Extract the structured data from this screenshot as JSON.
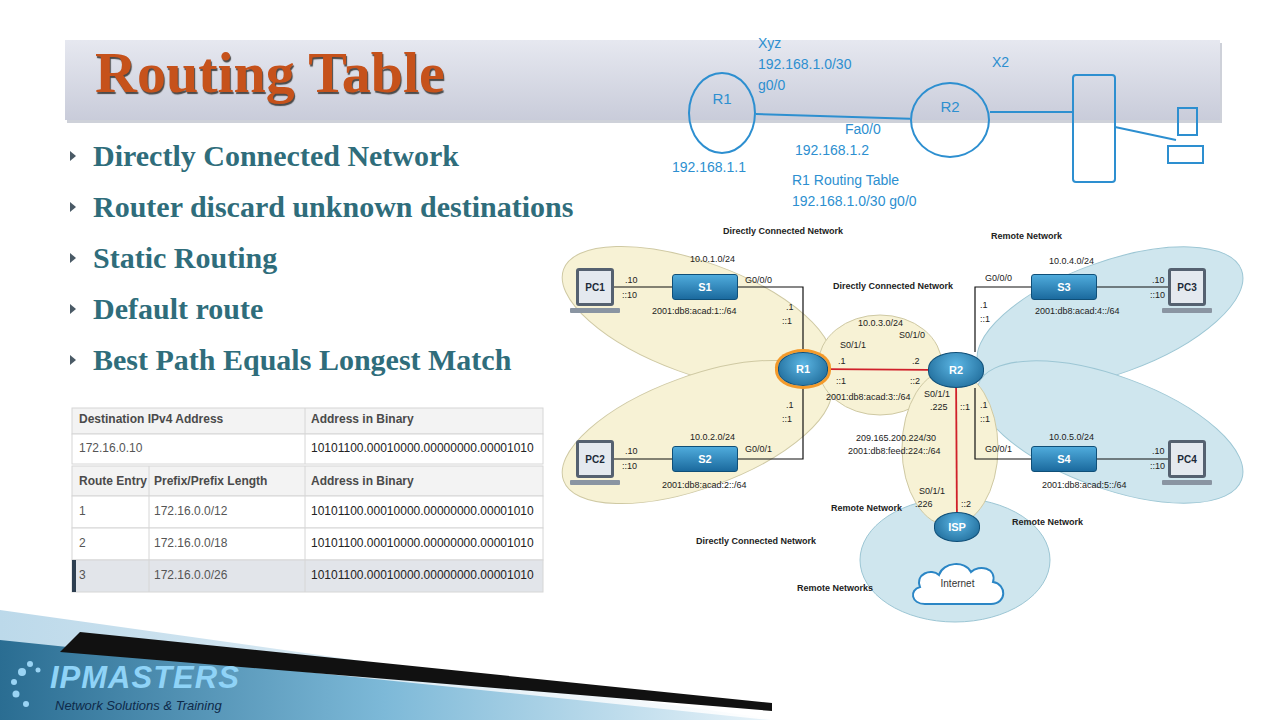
{
  "diagram": {
    "title": "Routing Table",
    "nodes": [
      {
        "text": [
          "R1"
        ]
      },
      {
        "text": [
          "R2"
        ]
      },
      {
        "text": [
          "PC1"
        ]
      },
      {
        "text": [
          "S1"
        ]
      },
      {
        "text": [
          "S3"
        ]
      },
      {
        "text": [
          "PC3"
        ]
      },
      {
        "text": [
          "R1"
        ]
      },
      {
        "text": [
          "R2"
        ]
      },
      {
        "text": [
          "PC2"
        ]
      },
      {
        "text": [
          "S2"
        ]
      },
      {
        "text": [
          "S4"
        ]
      },
      {
        "text": [
          "PC4"
        ]
      },
      {
        "text": [
          "ISP"
        ]
      },
      {
        "text": [
          "Internet"
        ]
      }
    ],
    "edges": [
      {
        "from": 0,
        "to": 1,
        "arrow": "none"
      },
      {
        "from": 2,
        "to": 3,
        "arrow": "none"
      },
      {
        "from": 3,
        "to": 6,
        "arrow": "none"
      },
      {
        "from": 6,
        "to": 7,
        "arrow": "none"
      },
      {
        "from": 7,
        "to": 4,
        "arrow": "none"
      },
      {
        "from": 4,
        "to": 5,
        "arrow": "none"
      },
      {
        "from": 8,
        "to": 9,
        "arrow": "none"
      },
      {
        "from": 9,
        "to": 6,
        "arrow": "none"
      },
      {
        "from": 7,
        "to": 10,
        "arrow": "none"
      },
      {
        "from": 10,
        "to": 11,
        "arrow": "none"
      },
      {
        "from": 7,
        "to": 12,
        "arrow": "none"
      }
    ],
    "labels": [
      "Directly Connected Network",
      "Router discard unknown destinations",
      "Static Routing",
      "Default route",
      "Best Path Equals Longest Match",
      "Xyz",
      "192.168.1.0/30",
      "g0/0",
      "X2",
      "192.168.1.1",
      "Fa0/0",
      "192.168.1.2",
      "R1 Routing Table",
      "192.168.1.0/30 g0/0",
      "Destination IPv4 Address",
      "Address in Binary",
      "172.16.0.10",
      "10101100.00010000.00000000.00001010",
      "Route Entry",
      "Prefix/Prefix Length",
      "Address in Binary",
      "1",
      "172.16.0.0/12",
      "10101100.00010000.00000000.00001010",
      "2",
      "172.16.0.0/18",
      "10101100.00010000.00000000.00001010",
      "3",
      "172.16.0.0/26",
      "10101100.00010000.00000000.00001010",
      "Directly Connected Network",
      "Remote Network",
      "10.0.1.0/24",
      "10.0.4.0/24",
      "Directly Connected Network",
      ".10",
      "::10",
      "G0/0/0",
      ".1",
      "::1",
      "2001:db8:acad:1::/64",
      "G0/0/0",
      ".1",
      "::1",
      "2001:db8:acad:4::/64",
      ".10",
      "::10",
      "10.0.3.0/24",
      "S0/1/0",
      "S0/1/1",
      ".1",
      "::1",
      ".2",
      "::2",
      "2001:db8:acad:3::/64",
      "S0/1/1",
      ".225",
      "::1",
      ".1",
      "::1",
      ".1",
      "::1",
      "10.0.2.0/24",
      "10.0.5.0/24",
      "209.165.200.224/30",
      "2001:db8:feed:224::/64",
      "G0/0/1",
      "G0/0/1",
      ".10",
      "::10",
      ".10",
      "::10",
      "2001:db8:acad:2::/64",
      "2001:db8:acad:5::/64",
      "S0/1/1",
      ".226",
      "::2",
      "Remote Network",
      "Remote Network",
      "Directly Connected Network",
      "Remote Networks",
      "IPMASTERS",
      "Network Solutions & Training"
    ]
  }
}
